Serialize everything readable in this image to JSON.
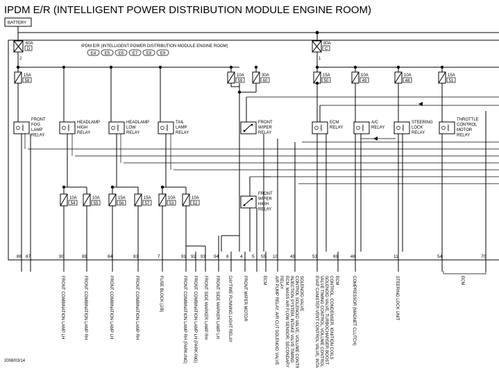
{
  "title": "IPDM E/R (INTELLIGENT POWER DISTRIBUTION MODULE ENGINE ROOM)",
  "battery_label": "BATTERY",
  "module_label": "IPDM E/R (INTELLIGENT POWER DISTRIBUTION MODULE ENGINE ROOM)",
  "connectors": [
    "E4",
    "E5",
    "E6",
    "E7",
    "E8",
    "E9"
  ],
  "main_fuses": [
    {
      "amp": "60A",
      "code": "D",
      "pin": "2"
    },
    {
      "amp": "80A",
      "code": "C",
      "pin": "1"
    }
  ],
  "top_fuses": [
    {
      "amp": "15A",
      "code": "58"
    },
    {
      "amp": "10A",
      "code": "59"
    },
    {
      "amp": "30A",
      "code": "60"
    },
    {
      "amp": "15A",
      "code": "50"
    },
    {
      "amp": "10A",
      "code": "49"
    },
    {
      "amp": "10A",
      "code": "48"
    },
    {
      "amp": "15A",
      "code": "51"
    }
  ],
  "relays": [
    {
      "label": "FRONT FOG LAMP RELAY",
      "lines": [
        "FRONT",
        "FOG",
        "LAMP",
        "RELAY"
      ]
    },
    {
      "label": "HEADLAMP HIGH RELAY",
      "lines": [
        "HEADLAMP",
        "HIGH",
        "RELAY"
      ]
    },
    {
      "label": "HEADLAMP LOW RELAY",
      "lines": [
        "HEADLAMP",
        "LOW",
        "RELAY"
      ]
    },
    {
      "label": "TAIL LAMP RELAY",
      "lines": [
        "TAIL",
        "LAMP",
        "RELAY"
      ]
    },
    {
      "label": "FRONT WIPER RELAY",
      "lines": [
        "FRONT",
        "WIPER",
        "RELAY"
      ]
    },
    {
      "label": "ECM RELAY",
      "lines": [
        "ECM",
        "RELAY"
      ]
    },
    {
      "label": "A/C RELAY",
      "lines": [
        "A/C",
        "RELAY"
      ]
    },
    {
      "label": "STEERING LOCK RELAY",
      "lines": [
        "STEERING",
        "LOCK",
        "RELAY"
      ]
    },
    {
      "label": "THROTTLE CONTROL MOTOR RELAY",
      "lines": [
        "THROTTLE",
        "CONTROL",
        "MOTOR",
        "RELAY"
      ]
    },
    {
      "label": "FRONT WIPER HIGH RELAY",
      "lines": [
        "FRONT",
        "WIPER",
        "HIGH",
        "RELAY"
      ]
    }
  ],
  "lower_fuses": [
    {
      "amp": "10A",
      "code": "54"
    },
    {
      "amp": "10A",
      "code": "55"
    },
    {
      "amp": "15A",
      "code": "56"
    },
    {
      "amp": "15A",
      "code": "57"
    },
    {
      "amp": "10A",
      "code": "53"
    },
    {
      "amp": "10A",
      "code": "52"
    }
  ],
  "output_pins": [
    "86",
    "87",
    "90",
    "89",
    "84",
    "83",
    "7",
    "91",
    "92",
    "93",
    "94",
    "6",
    "4",
    "5",
    "55",
    "10",
    "49",
    "53",
    "69",
    "46",
    "11",
    "54",
    "70"
  ],
  "destinations": [
    "FRONT COMBINATION LAMP LH",
    "FRONT COMBINATION LAMP RH",
    "FRONT COMBINATION LAMP LH",
    "FRONT COMBINATION LAMP RH",
    "FUSE BLOCK (J/B)",
    "FRONT COMBINATION LAMP RH (PARK-ING)",
    "FRONT COMBINATION LAMP LH (PARK-ING)",
    "FRONT SIDE MARKER LAMP RH",
    "FRONT SIDE MARKER LAMP LH",
    "DAYTIME RUNNING LIGHT RELAY",
    "FRONT WIPER MOTOR",
    "ECM",
    "AIR PUMP RELAY, AIR CUT SOLENOID VALVE RELAY",
    "ECM, MASS AIR FLOW SENSOR, SECONDARY AIR INJECTION SYSTEM, INTAKE VALVE TIMING CONTROL SOLENOID VALVE, VOLUME CONTROL SOLENOID VALVE",
    "EVAP CANISTER VENT CONTROL VALVE, INTAKE VALVE TIMING CONTROL, VOLUME CONTROL SOLENOID VALVE, TURBOCHARGER BOOST CONTROL, CONDENSER, IGNITION COILS",
    "ECM",
    "COMPRESSOR (MAGNET CLUTCH)",
    "STEERING LOCK UNIT",
    "ECM"
  ],
  "date": "2008/03/14"
}
